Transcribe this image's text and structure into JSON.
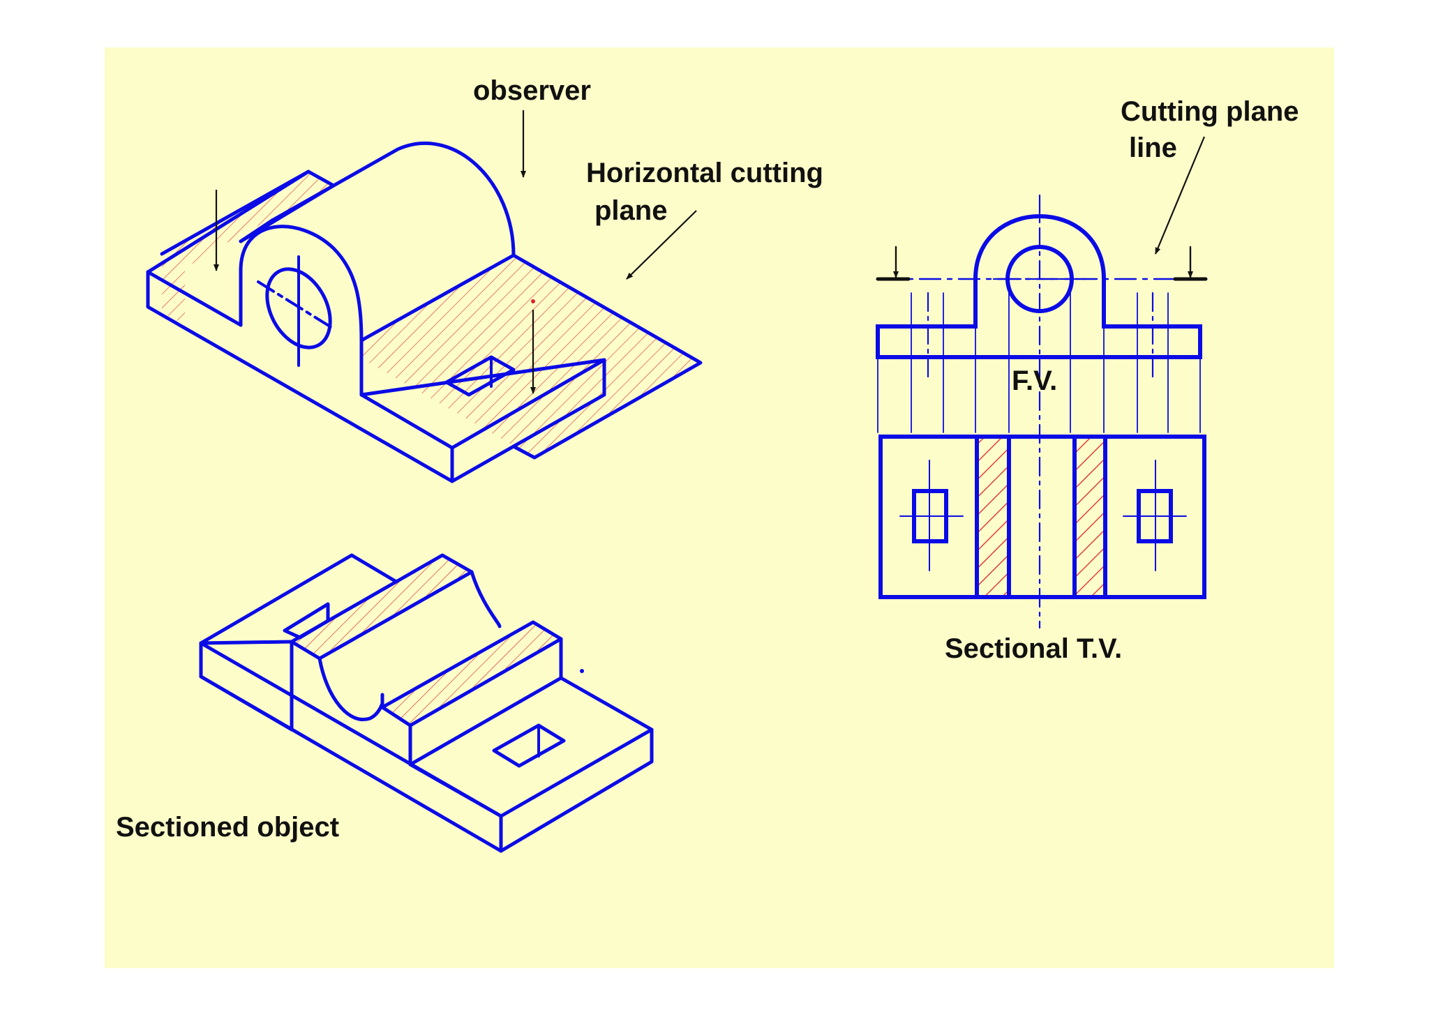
{
  "labels": {
    "observer": "observer",
    "horizontal_cutting_plane_line1": "Horizontal cutting",
    "horizontal_cutting_plane_line2": "plane",
    "cutting_plane_line_line1": "Cutting plane",
    "cutting_plane_line_line2": "line",
    "front_view": "F.V.",
    "sectional_top_view": "Sectional T.V.",
    "sectioned_object": "Sectioned object"
  },
  "colors": {
    "background_panel": "#fdfdc9",
    "outline": "#0b0be6",
    "hatch": "#e0222b",
    "arrow": "#111111",
    "label": "#111111"
  }
}
